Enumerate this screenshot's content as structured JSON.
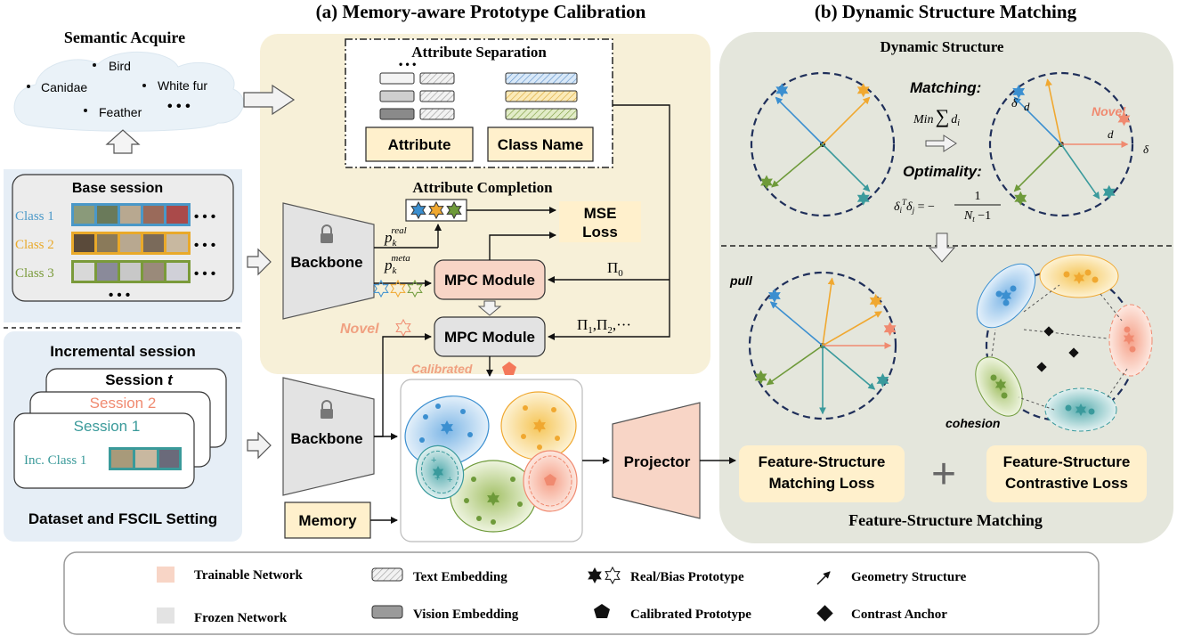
{
  "headers": {
    "part_a": "(a) Memory-aware Prototype Calibration",
    "part_b": "(b) Dynamic Structure Matching"
  },
  "left": {
    "semantic_acquire": "Semantic  Acquire",
    "cloud_words": [
      "Bird",
      "Canidae",
      "White fur",
      "Feather",
      "• • •"
    ],
    "base_session": "Base session",
    "classes": [
      "Class 1",
      "Class 2",
      "Class 3"
    ],
    "more": "• • •",
    "incremental_session": "Incremental session",
    "session_t": "Session ",
    "session_t_var": "t",
    "session_2": "Session 2",
    "session_1": "Session 1",
    "inc_class_1": "Inc. Class 1",
    "dataset_setting": "Dataset and FSCIL Setting",
    "class_colors": [
      "#4a98c8",
      "#e9a92a",
      "#7a9a3a",
      "#3a9a9a"
    ]
  },
  "mpc": {
    "attribute_separation": "Attribute Separation",
    "attribute": "Attribute",
    "class_name": "Class Name",
    "attribute_completion": "Attribute Completion",
    "backbone": "Backbone",
    "p_base": "p",
    "p_sub": "k",
    "p_real": "real",
    "p_meta": "meta",
    "mse_loss_1": "MSE",
    "mse_loss_2": "Loss",
    "mpc_module": "MPC Module",
    "pi0": "Π",
    "pi0_sub": "0",
    "pi_rest": "Π",
    "pi_rest_subs": [
      "1",
      "2"
    ],
    "pi_rest_tail": ",···",
    "novel": "Novel",
    "calibrated": "Calibrated",
    "memory": "Memory",
    "projector": "Projector",
    "dots": "• • •"
  },
  "dsm": {
    "dynamic_structure": "Dynamic Structure",
    "matching": "Matching",
    "min": "Min",
    "sum": "∑",
    "d_i": "d",
    "optimality": "Optimality",
    "novel": "Novel",
    "delta": "δ",
    "pull": "pull",
    "cohesion": "cohesion",
    "fs_matching_1": "Feature-Structure",
    "fs_matching_2": "Matching Loss",
    "fs_contrastive_1": "Feature-Structure",
    "fs_contrastive_2": "Contrastive Loss",
    "plus": "+",
    "fs_matching_title": "Feature-Structure Matching"
  },
  "legend": {
    "trainable": "Trainable Network",
    "frozen": "Frozen Network",
    "text_emb": "Text Embedding",
    "vision_emb": "Vision Embedding",
    "real_bias": "Real/Bias Prototype",
    "calibrated_proto": "Calibrated Prototype",
    "geometry": "Geometry Structure",
    "contrast_anchor": "Contrast Anchor"
  },
  "colors": {
    "blue": "#3b8fd0",
    "orange": "#f0a830",
    "red": "#f08a70",
    "green": "#6e9a3a",
    "teal": "#3a9a9c",
    "yellow_bg": "#f7f0d8",
    "gray_bg": "#e4e6dc",
    "trainable": "#f8d5c6",
    "frozen": "#e3e3e3",
    "beige": "#fff0cc",
    "navy": "#1f2f5a"
  }
}
